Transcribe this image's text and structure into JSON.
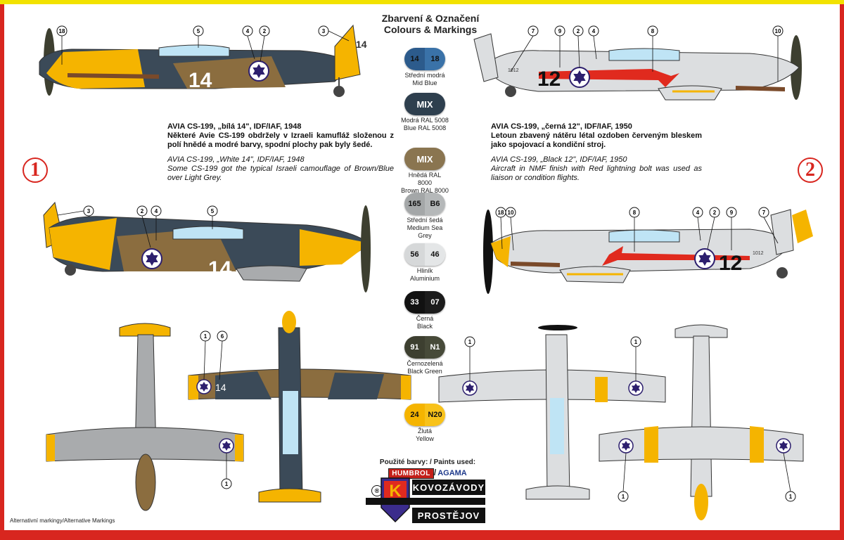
{
  "header": {
    "title_cz": "Zbarvení & Označení",
    "title_en": "Colours & Markings"
  },
  "scheme1": {
    "badge": "1",
    "heading_cz": "AVIA CS-199, „bílá 14\", IDF/IAF, 1948",
    "text_cz": "Některé Avie CS-199 obdržely v Izraeli kamufláž složenou z polí hnědé a modré barvy, spodní plochy pak byly šedé.",
    "heading_en": "AVIA CS-199, „White 14\", IDF/IAF, 1948",
    "text_en": "Some CS-199 got the typical Israeli camouflage of Brown/Blue over Light Grey.",
    "code": "14"
  },
  "scheme2": {
    "badge": "2",
    "heading_cz": "AVIA CS-199, „černá 12\", IDF/IAF, 1950",
    "text_cz": "Letoun zbavený nátěru létal ozdoben červeným bleskem jako spojovací a kondiční stroj.",
    "heading_en": "AVIA CS-199, „Black 12\", IDF/IAF, 1950",
    "text_en": "Aircraft in NMF finish with Red lightning bolt was used as liaison or condition flights.",
    "code": "12",
    "tail_code": "1012"
  },
  "colours": [
    {
      "a": "14",
      "b": "18",
      "cz": "Střední modrá",
      "en": "Mid Blue",
      "color_a": "#2c5b8c",
      "color_b": "#3a72a8",
      "text": "#111"
    },
    {
      "mix": "MIX",
      "cz": "Modrá RAL 5008",
      "en": "Blue RAL 5008",
      "color": "#2e3f4e"
    },
    {
      "mix": "MIX",
      "cz": "Hnědá RAL 8000",
      "en": "Brown RAL 8000",
      "color": "#8a7550"
    },
    {
      "a": "165",
      "b": "B6",
      "cz": "Střední šedá",
      "en": "Medium Sea Grey",
      "color_a": "#a4a7a8",
      "color_b": "#b5b8b9",
      "text": "#111"
    },
    {
      "a": "56",
      "b": "46",
      "cz": "Hliník",
      "en": "Aluminium",
      "color_a": "#d6d8d9",
      "color_b": "#e4e6e7",
      "text": "#111"
    },
    {
      "a": "33",
      "b": "07",
      "cz": "Černá",
      "en": "Black",
      "color_a": "#111111",
      "color_b": "#1c1c1c",
      "text": "#fff"
    },
    {
      "a": "91",
      "b": "N1",
      "cz": "Černozelená",
      "en": "Black Green",
      "color_a": "#3d3f30",
      "color_b": "#474a39",
      "text": "#fff"
    },
    {
      "a": "24",
      "b": "N20",
      "cz": "Žlutá",
      "en": "Yellow",
      "color_a": "#f5b400",
      "color_b": "#f8c21a",
      "text": "#111"
    }
  ],
  "paints": {
    "label": "Použité barvy: / Paints used:",
    "brand1": "HUMBROL",
    "separator": "/",
    "brand2": "AGAMA"
  },
  "brand": {
    "reg": "®",
    "logo_letter": "K",
    "line1": "KOVOZÁVODY",
    "line2": "PROSTĚJOV"
  },
  "footer": {
    "alt": "Alternativní markingy/Alternative Markings"
  },
  "callouts": {
    "c1": "1",
    "c2": "2",
    "c3": "3",
    "c4": "4",
    "c5": "5",
    "c6": "6",
    "c7": "7",
    "c8": "8",
    "c9": "9",
    "c10": "10",
    "c18": "18"
  },
  "palette": {
    "yellow": "#f5b400",
    "blue": "#3b4a58",
    "brown": "#8b6d3f",
    "grey": "#a9abad",
    "aluminium": "#dcdee0",
    "star": "#2d1f6e",
    "red": "#e02a1e",
    "canopy": "#bfe4f5"
  }
}
